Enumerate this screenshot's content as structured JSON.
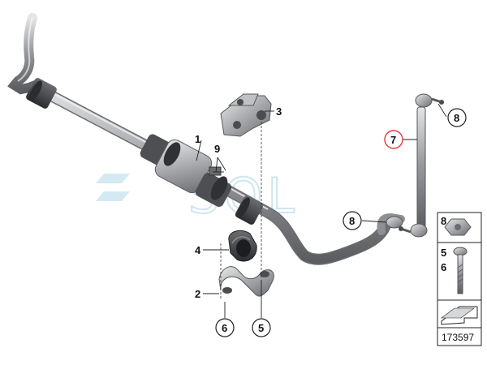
{
  "callouts": {
    "c1": "1",
    "c2": "2",
    "c3": "3",
    "c4": "4",
    "c5": "5",
    "c6": "6",
    "c7": "7",
    "c8a": "8",
    "c8b": "8",
    "c9": "9"
  },
  "legend": {
    "row1": "8",
    "row2a": "5",
    "row2b": "6"
  },
  "diagram_number": "173597",
  "watermark": "SOL",
  "colors": {
    "part_gray": "#8d8f92",
    "part_light": "#c3c5c7",
    "rubber_dark": "#3b3d40",
    "highlight_circle": "#e23a3a"
  }
}
